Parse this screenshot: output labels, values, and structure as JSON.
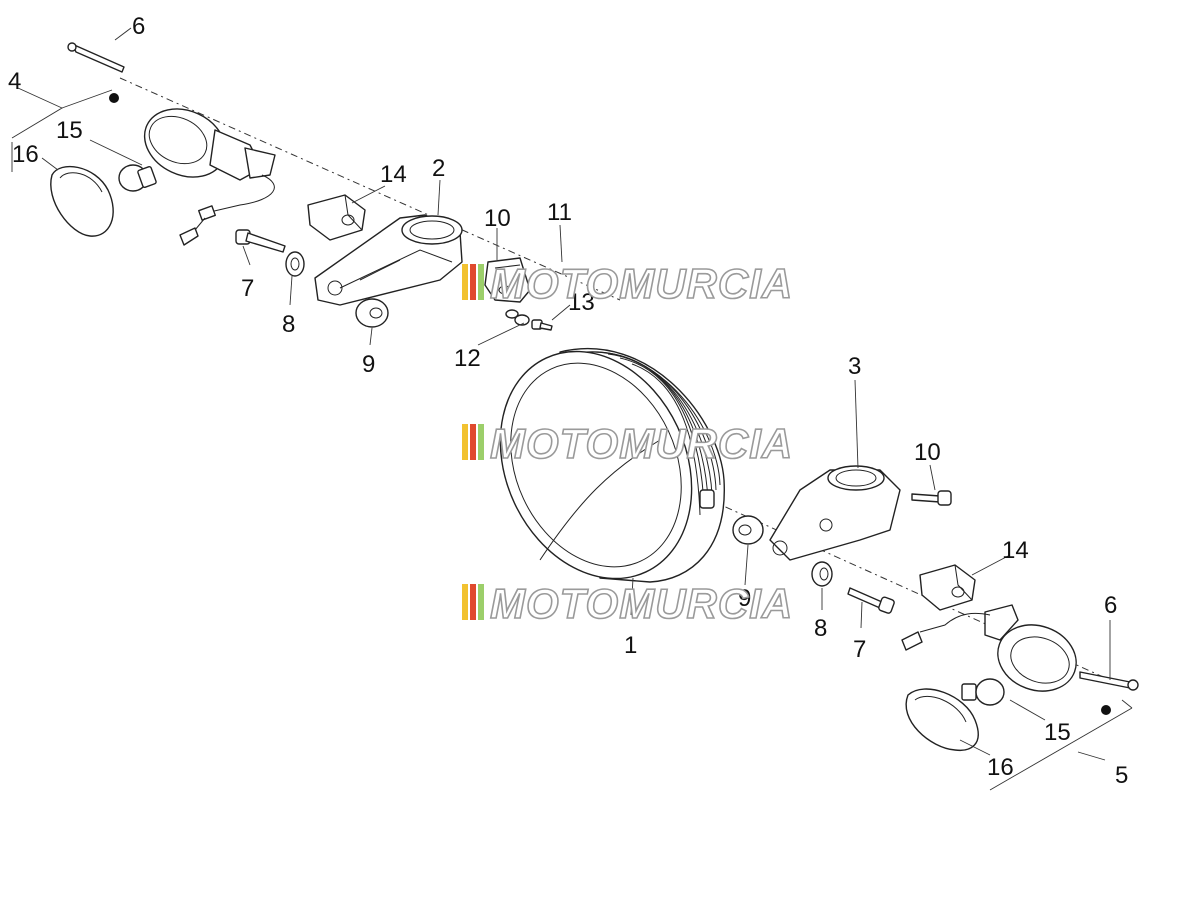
{
  "diagram": {
    "callouts": [
      "1",
      "2",
      "3",
      "4",
      "5",
      "6",
      "6",
      "7",
      "7",
      "8",
      "8",
      "9",
      "9",
      "10",
      "10",
      "11",
      "12",
      "13",
      "14",
      "14",
      "15",
      "15",
      "16",
      "16"
    ]
  },
  "watermark": {
    "text": "MOTOMURCIA",
    "stripe_colors": [
      "#f2c230",
      "#e04a2e",
      "#9ccf6a"
    ]
  }
}
